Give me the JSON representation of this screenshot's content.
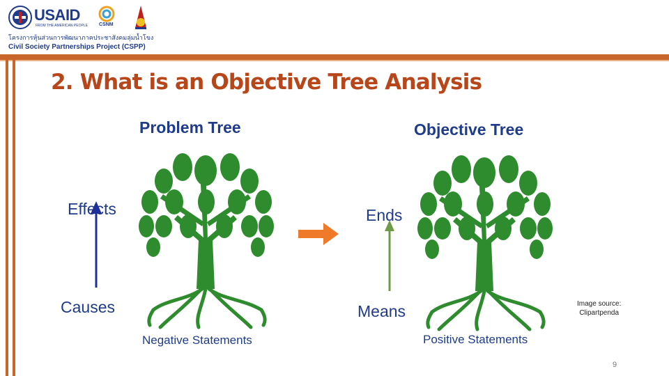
{
  "header": {
    "usaid_name": "USAID",
    "usaid_tagline": "FROM THE AMERICAN PEOPLE",
    "csnm_name": "CSNM",
    "project_thai": "โครงการหุ้นส่วนการพัฒนาภาคประชาสังคมลุ่มน้ำโขง",
    "project_english": "Civil Society Partnerships Project (CSPP)"
  },
  "slide": {
    "title": "2. What is an Objective Tree Analysis",
    "page_number": "9"
  },
  "problem_tree": {
    "title": "Problem Tree",
    "top_label": "Effects",
    "bottom_label": "Causes",
    "caption": "Negative Statements"
  },
  "objective_tree": {
    "title": "Objective Tree",
    "top_label": "Ends",
    "bottom_label": "Means",
    "caption": "Positive Statements"
  },
  "credit": {
    "line1": "Image source:",
    "line2": "Clipartpenda"
  },
  "colors": {
    "accent": "#c8652a",
    "title": "#b8461b",
    "text": "#1f3b8a",
    "tree_green": "#2e8b2e",
    "arrow_blue": "#1f2f9a",
    "arrow_green": "#6f9a4a",
    "arrow_orange": "#ee7a2a"
  },
  "icons": {
    "tree_left": "tree-icon",
    "tree_right": "tree-icon",
    "transform_arrow": "arrow-right-icon"
  }
}
